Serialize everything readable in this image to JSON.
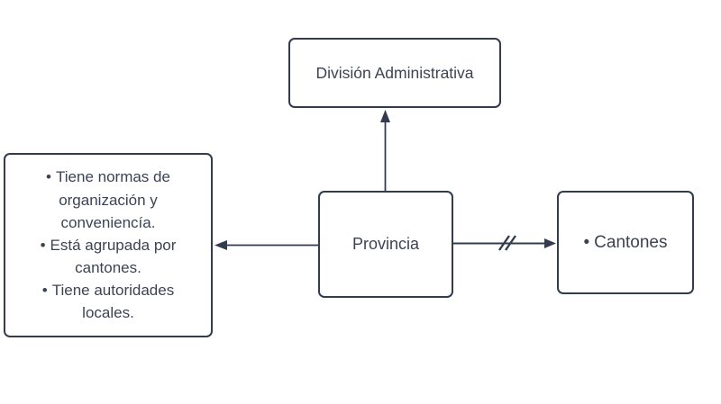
{
  "diagram": {
    "colors": {
      "stroke": "#323c4e",
      "text": "#3b4354",
      "node_fill": "#ffffff",
      "background": "#ffffff"
    },
    "nodes": {
      "division": {
        "label": "División Administrativa"
      },
      "provincia": {
        "label": "Provincia"
      },
      "cantones": {
        "bullet": "•",
        "label": "Cantones"
      },
      "details": {
        "items": [
          {
            "bullet": "•",
            "text": "Tiene normas de organización y conveniencía."
          },
          {
            "bullet": "•",
            "text": "Está agrupada por cantones."
          },
          {
            "bullet": "•",
            "text": "Tiene autoridades locales."
          }
        ]
      }
    },
    "connectors": [
      {
        "from": "provincia",
        "to": "division",
        "direction": "up",
        "marker": "arrow"
      },
      {
        "from": "provincia",
        "to": "details",
        "direction": "left",
        "marker": "arrow"
      },
      {
        "from": "provincia",
        "to": "cantones",
        "direction": "right",
        "marker": "arrow",
        "decoration": "double-slash-break"
      }
    ]
  }
}
